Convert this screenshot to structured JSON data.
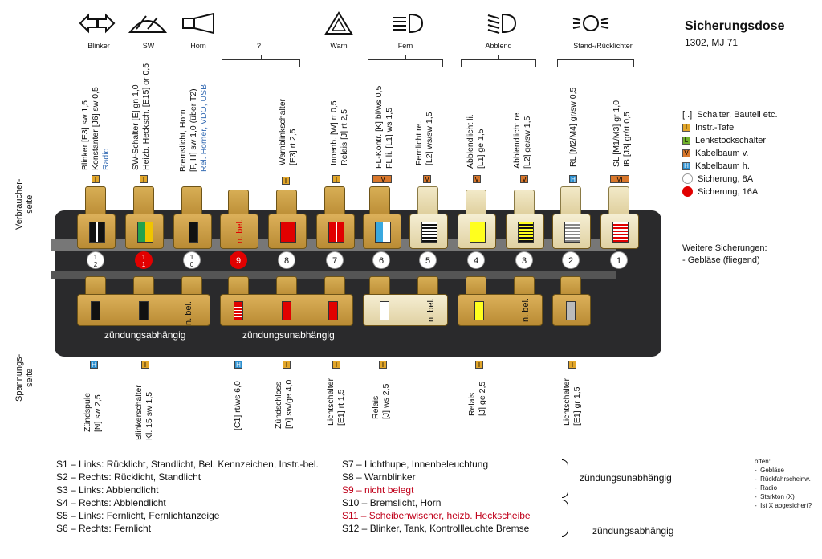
{
  "header": {
    "title": "Sicherungsdose",
    "subtitle": "1302, MJ 71",
    "symbols": [
      {
        "icon": "turn-signal-arrows-icon",
        "label": "Blinker"
      },
      {
        "icon": "windshield-wiper-icon",
        "label": "SW"
      },
      {
        "icon": "horn-icon",
        "label": "Horn"
      },
      {
        "icon": "hazard-triangle-icon",
        "label": "Warn"
      },
      {
        "icon": "high-beam-icon",
        "label": "Fern"
      },
      {
        "icon": "low-beam-icon",
        "label": "Abblend"
      },
      {
        "icon": "parking-light-icon",
        "label": "Stand-/Rücklichter"
      }
    ],
    "question": "?"
  },
  "legend": {
    "items": [
      {
        "key": "[..]",
        "text": "Schalter, Bauteil etc."
      },
      {
        "key": "I",
        "text": "Instr.-Tafel",
        "color": "#e2a62a"
      },
      {
        "key": "L",
        "text": "Lenkstockschalter",
        "color": "#71b32d"
      },
      {
        "key": "V",
        "text": "Kabelbaum v.",
        "color": "#d9772b"
      },
      {
        "key": "H",
        "text": "Kabelbaum h.",
        "color": "#2c8fcf"
      },
      {
        "key": "",
        "text": "Sicherung, 8A",
        "color": "#ffffff"
      },
      {
        "key": "",
        "text": "Sicherung, 16A",
        "color": "#e10000"
      }
    ],
    "further_title": "Weitere Sicherungen:",
    "further_item": "- Gebläse (fliegend)"
  },
  "sides": {
    "top": [
      "Verbraucher-",
      "seite"
    ],
    "bottom": [
      "Spannungs-",
      "seite"
    ]
  },
  "top_labels": [
    {
      "lines": [
        "Blinker [E3] sw 1,5",
        "Konstanter [J6] sw 0,5",
        "Radio"
      ],
      "tag": "I"
    },
    {
      "lines": [
        "SW-Schalter [E] gn 1,0",
        "Heizb. Hecksch. [E15] or 0,5"
      ],
      "tag": "I"
    },
    {
      "lines": [
        "Bremslicht, Horn",
        "[F, H] sw 1,0 (über T2)",
        "Rel. Hörner, VDO, USB"
      ],
      "tag": ""
    },
    {
      "lines": [
        "Warnblinkschalter",
        "[E3] rt 2,5"
      ],
      "tag": "I"
    },
    {
      "lines": [
        "Innenb. [W] rt 0,5",
        "Relais [J] rt 2,5"
      ],
      "tag": "I"
    },
    {
      "lines": [
        "FL-Kontr. [K] bl/ws 0,5",
        "FL li. [L1] ws 1,5"
      ],
      "tag": "IV"
    },
    {
      "lines": [
        "Fernlicht re.",
        "[L2] ws/sw 1,5"
      ],
      "tag": "V"
    },
    {
      "lines": [
        "Abblendlicht li.",
        "[L1] ge 1,5"
      ],
      "tag": "V"
    },
    {
      "lines": [
        "Abblendlicht re.",
        "[L2] ge/sw 1,5"
      ],
      "tag": "V"
    },
    {
      "lines": [
        "RL [M2/M4] gr/sw 0,5"
      ],
      "tag": "H"
    },
    {
      "lines": [
        "SL [M1/M3] gr 1,0",
        "IB [J3] gr/rt 0,5"
      ],
      "tag": "VI"
    }
  ],
  "fuses": [
    {
      "num": "1\n2",
      "rating": "8A"
    },
    {
      "num": "1\n1",
      "rating": "16A"
    },
    {
      "num": "1\n0",
      "rating": "8A"
    },
    {
      "num": "9",
      "rating": "16A"
    },
    {
      "num": "8",
      "rating": "8A"
    },
    {
      "num": "7",
      "rating": "8A"
    },
    {
      "num": "6",
      "rating": "8A"
    },
    {
      "num": "5",
      "rating": "8A"
    },
    {
      "num": "4",
      "rating": "8A"
    },
    {
      "num": "3",
      "rating": "8A"
    },
    {
      "num": "2",
      "rating": "8A"
    },
    {
      "num": "1",
      "rating": "8A"
    }
  ],
  "box_text": {
    "nb_top": "n. bel.",
    "nb": "n. bel.",
    "group_left": "zündungsabhängig",
    "group_right": "zündungsunabhängig"
  },
  "bottom_labels": [
    {
      "lines": [
        "Zündspule",
        "[N] sw 2,5"
      ],
      "tag": "H"
    },
    {
      "lines": [
        "Blinkerschalter",
        "Kl. 15 sw 1,5"
      ],
      "tag": "I"
    },
    {
      "lines": [
        "[C1] rt/ws 6,0"
      ],
      "tag": "H"
    },
    {
      "lines": [
        "Zündschloss",
        "[D] sw/ge 4,0"
      ],
      "tag": "I"
    },
    {
      "lines": [
        "Lichtschalter",
        "[E1] rt 1,5"
      ],
      "tag": "I"
    },
    {
      "lines": [
        "Relais",
        "[J] ws 2,5"
      ],
      "tag": "I"
    },
    {
      "lines": [
        "Relais",
        "[J] ge 2,5"
      ],
      "tag": "I"
    },
    {
      "lines": [
        "Lichtschalter",
        "[E1] gr 1,5"
      ],
      "tag": "I"
    }
  ],
  "circuits": {
    "left": [
      "S1 – Links: Rücklicht, Standlicht, Bel. Kennzeichen, Instr.-bel.",
      "S2 – Rechts: Rücklicht, Standlicht",
      "S3 – Links: Abblendlicht",
      "S4 – Rechts: Abblendlicht",
      "S5 – Links: Fernlicht, Fernlichtanzeige",
      "S6 – Rechts: Fernlicht"
    ],
    "right": [
      "S7 – Lichthupe, Innenbeleuchtung",
      "S8 – Warnblinker",
      "S9 – nicht belegt",
      "S10 – Bremslicht, Horn",
      "S11 – Scheibenwischer, heizb. Heckscheibe",
      "S12 – Blinker, Tank, Kontrollleuchte Bremse"
    ],
    "group_unab": "zündungsunabhängig",
    "group_ab": "zündungsabhängig"
  },
  "offen": {
    "title": "offen:",
    "items": [
      "Gebläse",
      "Rückfahrscheinw.",
      "Radio",
      "Starkton (X)",
      "Ist X abgesichert?"
    ]
  }
}
